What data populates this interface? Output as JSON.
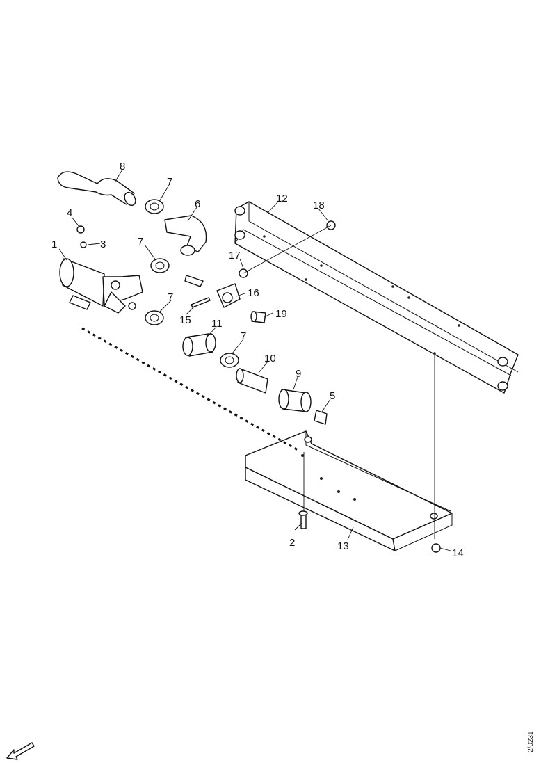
{
  "diagram": {
    "part_labels": [
      "1",
      "2",
      "3",
      "4",
      "5",
      "6",
      "7",
      "7",
      "7",
      "7",
      "8",
      "9",
      "10",
      "11",
      "12",
      "13",
      "14",
      "15",
      "16",
      "17",
      "18",
      "19"
    ],
    "reference_code": "2/0231",
    "icons": [
      "direction-arrow-icon"
    ]
  }
}
